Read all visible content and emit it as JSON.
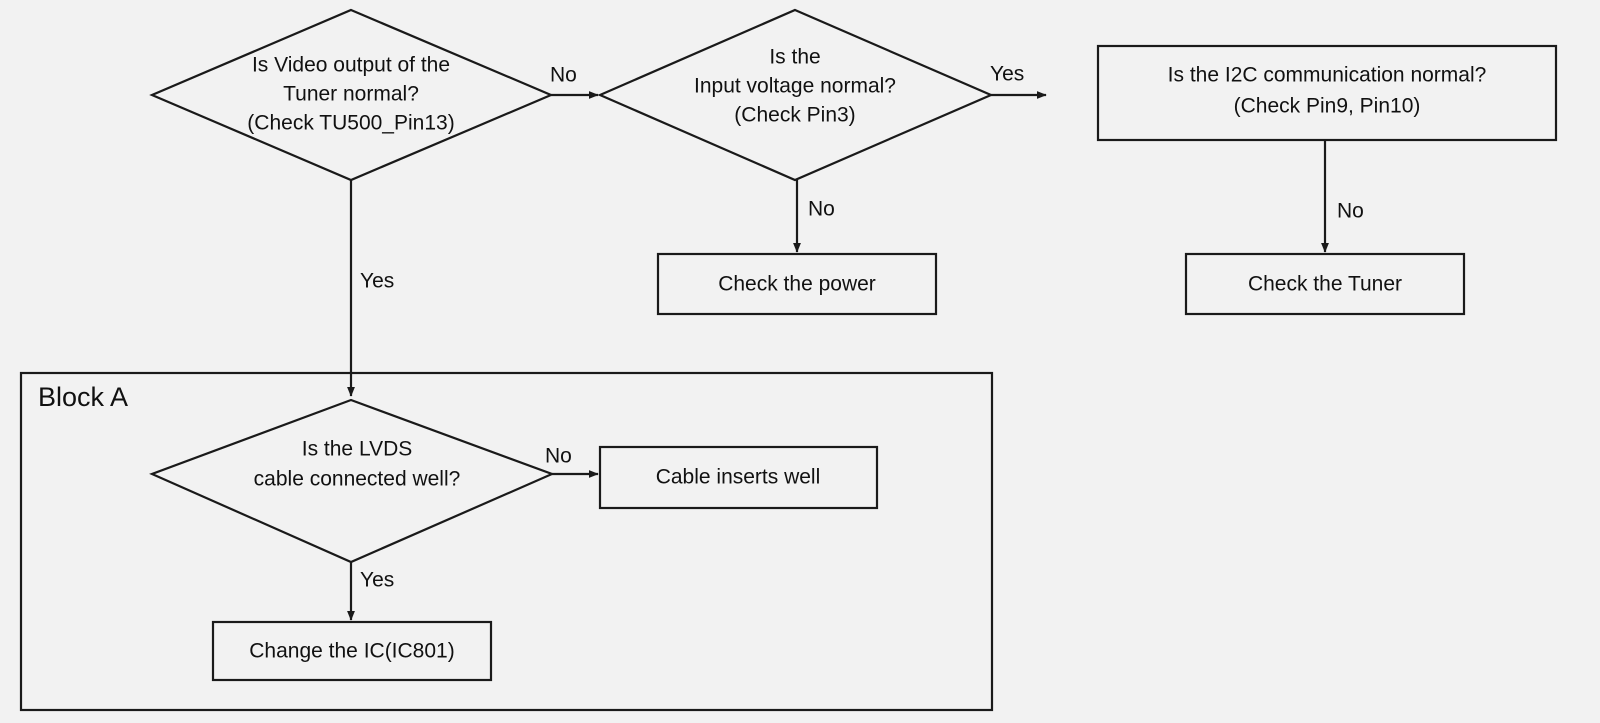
{
  "diagram": {
    "title": "Tuner video output troubleshooting flowchart",
    "background_color": "#f2f2f2",
    "stroke_color": "#1a1a1a",
    "text_color": "#111111"
  },
  "nodes": {
    "tuner_decision": {
      "shape": "diamond",
      "line1": "Is Video output of the",
      "line2": "Tuner normal?",
      "line3": "(Check TU500_Pin13)"
    },
    "voltage_decision": {
      "shape": "diamond",
      "line1": "Is the",
      "line2": "Input voltage normal?",
      "line3": "(Check Pin3)"
    },
    "check_power": {
      "shape": "rect",
      "line1": "Check the power"
    },
    "i2c_question": {
      "shape": "rect",
      "line1": "Is the I2C communication normal?",
      "line2": "(Check Pin9, Pin10)"
    },
    "check_tuner": {
      "shape": "rect",
      "line1": "Check the Tuner"
    },
    "lvds_decision": {
      "shape": "diamond",
      "line1": "Is the LVDS",
      "line2": "cable connected well?"
    },
    "cable_inserts_well": {
      "shape": "rect",
      "line1": "Cable inserts well"
    },
    "change_ic": {
      "shape": "rect",
      "line1": "Change the IC(IC801)"
    }
  },
  "groups": {
    "block_a": {
      "label": "Block A"
    }
  },
  "edge_labels": {
    "tuner_to_voltage": "No",
    "tuner_to_block_a": "Yes",
    "voltage_yes": "Yes",
    "voltage_to_power": "No",
    "i2c_to_tuner": "No",
    "lvds_to_cable": "No",
    "lvds_to_change_ic": "Yes"
  }
}
